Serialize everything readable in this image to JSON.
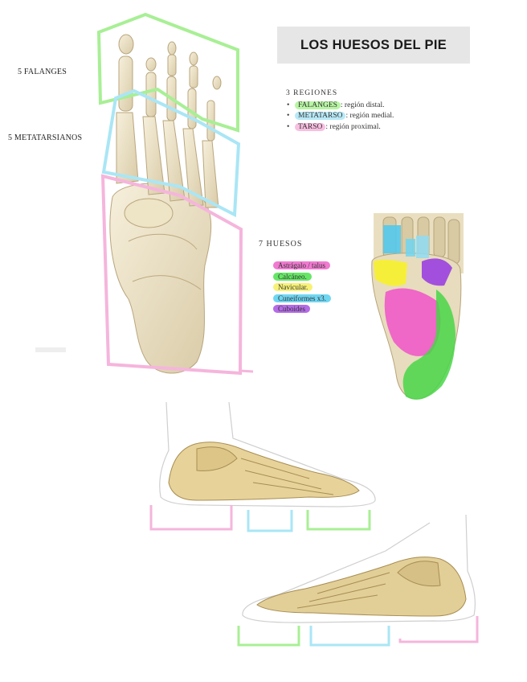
{
  "title": "LOS HUESOS DEL PIE",
  "labels": {
    "phalanges": "5 FALANGES",
    "metatarsals": "5 METATARSIANOS"
  },
  "regions": {
    "heading": "3 REGIONES",
    "items": [
      {
        "name": "FALANGES",
        "desc": ": región distal.",
        "color": "#b8f5a4"
      },
      {
        "name": "METATARSO",
        "desc": ": región medial.",
        "color": "#b7e9f7"
      },
      {
        "name": "TARSO",
        "desc": ": región proximal.",
        "color": "#f7bfe0"
      }
    ]
  },
  "tarsal_bones": {
    "heading": "7 HUESOS",
    "items": [
      {
        "name": "Astrágalo / talus",
        "color": "#f07ad0"
      },
      {
        "name": "Calcáneo.",
        "color": "#66e666"
      },
      {
        "name": "Navicular.",
        "color": "#f7f277"
      },
      {
        "name": "Cuneiformes x3.",
        "color": "#6fd6f2"
      },
      {
        "name": "Cuboides",
        "color": "#b46ce6"
      }
    ]
  },
  "colors": {
    "green_outline": "#a8ef95",
    "blue_outline": "#aae6f5",
    "pink_outline": "#f5b5dc",
    "bone": "#efe6cc",
    "bone_shadow": "#d7c9a4"
  }
}
